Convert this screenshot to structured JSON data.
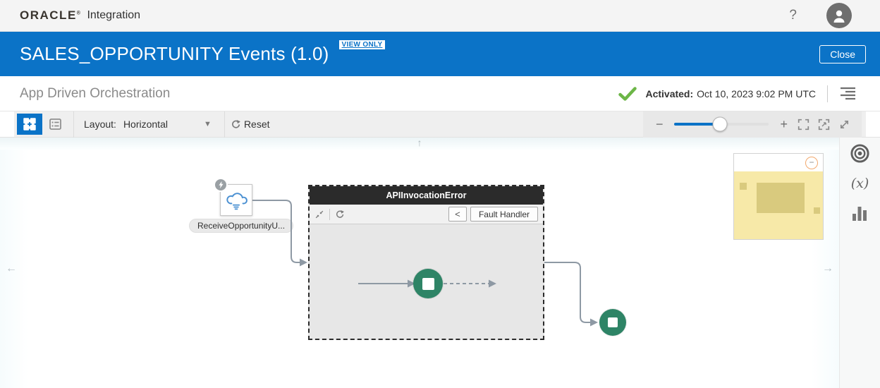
{
  "app_bar": {
    "brand": "ORACLE",
    "registered_mark": "®",
    "product": "Integration",
    "help": "?"
  },
  "title_bar": {
    "title": "SALES_OPPORTUNITY Events (1.0)",
    "mode_badge": "VIEW ONLY",
    "close_button": "Close"
  },
  "subheader": {
    "pattern_label": "App Driven Orchestration",
    "status_label": "Activated:",
    "status_value": "Oct 10, 2023 9:02 PM UTC"
  },
  "canvas_toolbar": {
    "layout_label": "Layout:",
    "layout_value": "Horizontal",
    "reset_label": "Reset",
    "zoom_minus": "−",
    "zoom_plus": "+",
    "zoom_fill_style": "width:48%"
  },
  "canvas": {
    "pan_up": "↑",
    "pan_left": "←",
    "pan_right": "→",
    "trigger_node": {
      "label": "ReceiveOpportunityU..."
    },
    "fault_box": {
      "title": "APIInvocationError",
      "back_button": "<",
      "handler_button": "Fault Handler"
    },
    "minimap": {
      "collapse_glyph": "−"
    },
    "variables_icon_label": "(x)"
  },
  "colors": {
    "header_blue": "#0b73c7",
    "activated_green": "#6cb647",
    "node_green": "#2e8466",
    "connector_gray": "#8e99a4",
    "minimap_yellow": "#f7e9a8",
    "minimap_shape": "#d9ca7e",
    "minimap_ring_orange": "#f2a96f",
    "fault_header_black": "#2b2b2b"
  }
}
